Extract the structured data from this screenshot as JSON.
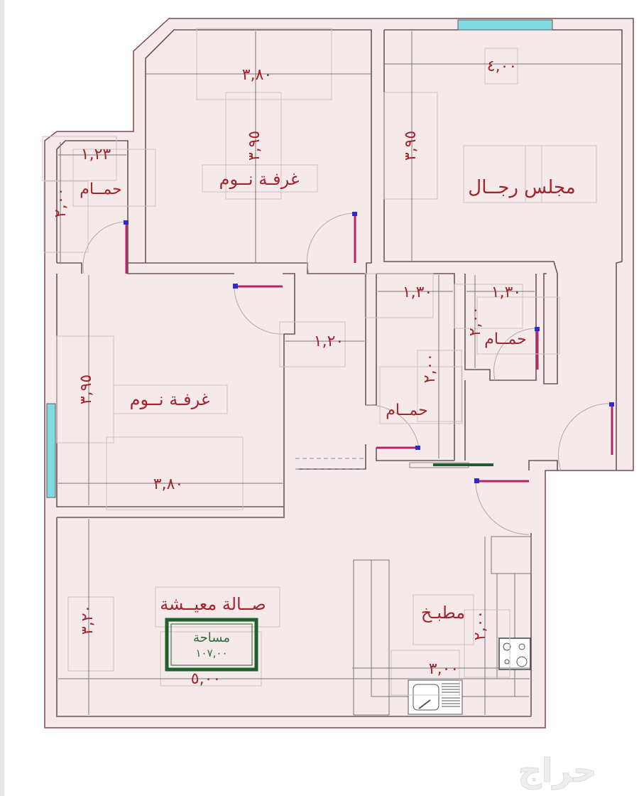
{
  "plan": {
    "colors": {
      "floor": "#f6e9ea",
      "wall": "#6b5558",
      "outer_wall": "#7a4a50",
      "label": "#a3242c",
      "area_frame": "#1f5e2f",
      "window": "#7fdbe0",
      "door_leaf": "#b8246a",
      "door_stop": "#2a2ad4",
      "helper_box": "#c9c4c5"
    },
    "rooms": [
      {
        "id": "bedroom-1",
        "label": "غرفـة نــوم",
        "width_dim": "٣,٨٠",
        "length_dim": "٣,٩٥"
      },
      {
        "id": "men-majlis",
        "label": "مجلس رجــال",
        "width_dim": "٤,٠٠",
        "length_dim": "٣,٩٥"
      },
      {
        "id": "bathroom-1",
        "label": "حمــام",
        "width_dim": "١,٢٣",
        "length_dim": "٢,٠٠"
      },
      {
        "id": "bedroom-2",
        "label": "غرفـة نــوم",
        "width_dim": "٣,٨٠",
        "length_dim": "٣,٩٥"
      },
      {
        "id": "corridor",
        "width_dim": "١,٢٠"
      },
      {
        "id": "bathroom-2",
        "label": "حمــام",
        "width_dim": "١,٣٠",
        "length_dim": "٢,٠٠"
      },
      {
        "id": "bathroom-3",
        "label": "حمــام",
        "width_dim": "١,٣٠",
        "length_dim": "٢,٠٠"
      },
      {
        "id": "living-hall",
        "label": "صــالة معيــشة",
        "width_dim": "٥,٠٠",
        "length_dim": "٣,٢٠"
      },
      {
        "id": "kitchen",
        "label": "مطبـخ",
        "width_dim": "٣,٠٠",
        "length_dim": "٢,٠٠"
      }
    ],
    "area_box": {
      "title": "مساحة",
      "value": "١٠٧,٠٠"
    },
    "watermark": "حراج"
  }
}
